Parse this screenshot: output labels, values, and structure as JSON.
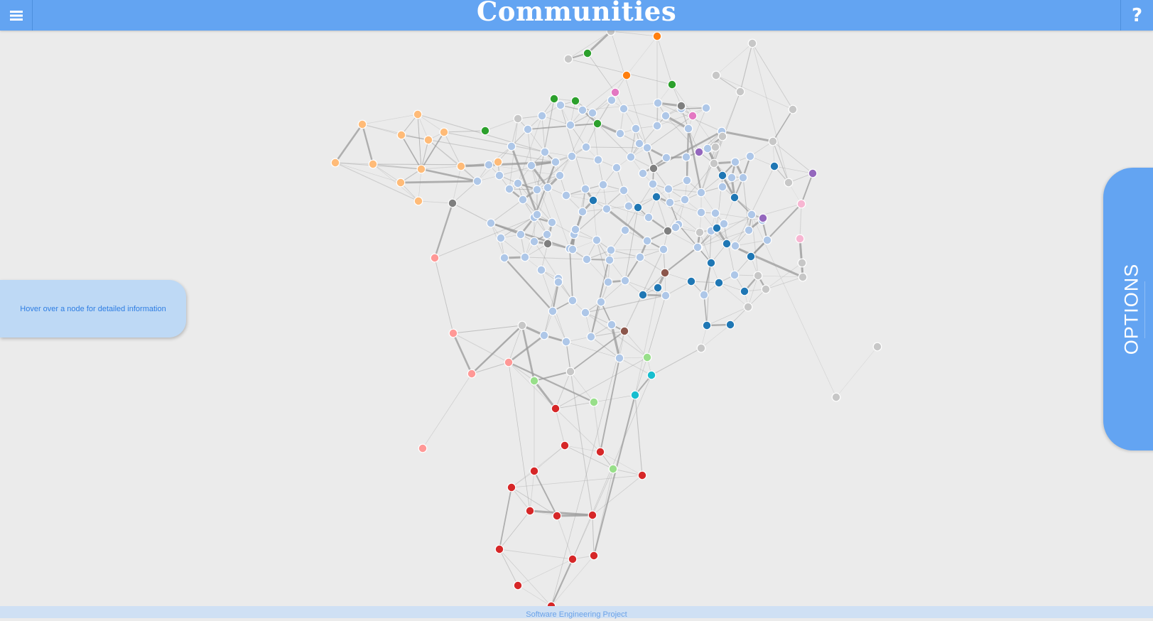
{
  "header": {
    "title": "Communities",
    "menu_icon": "hamburger-menu-icon",
    "help_label": "?"
  },
  "info_panel": {
    "text": "Hover over a node for detailed information"
  },
  "options_tab": {
    "label": "OPTIONS"
  },
  "footer": {
    "text": "Software Engineering Project"
  },
  "colors": {
    "bar": "#63a4f2",
    "background": "#ebebeb",
    "edge": "#9a9a9a",
    "community_palette": [
      "#aec7e8",
      "#1f77b4",
      "#ffbb78",
      "#ff7f0e",
      "#2ca02c",
      "#98df8a",
      "#d62728",
      "#ff9896",
      "#9467bd",
      "#8c564b",
      "#e377c2",
      "#f7b6d2",
      "#7f7f7f",
      "#c7c7c7",
      "#17becf"
    ]
  }
}
